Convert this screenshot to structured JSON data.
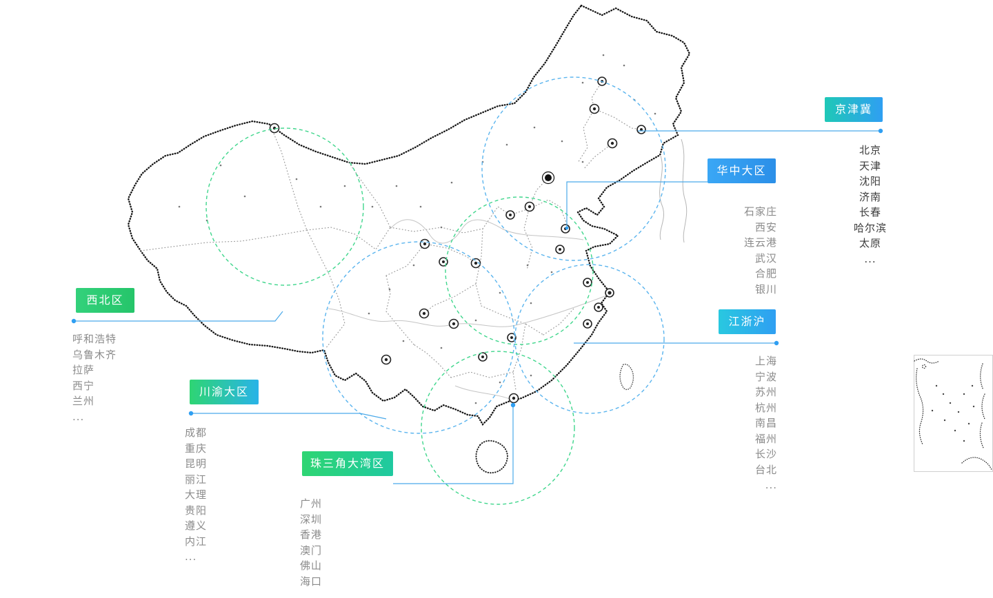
{
  "colors": {
    "leader_line": "#4aa9e9",
    "leader_dot": "#2f9ff2",
    "dashed_circle_blue": "#5ab4ee",
    "dashed_circle_green": "#3fd68c",
    "map_outline": "#161616",
    "province_line": "#9a9a9a",
    "city_list_gray": "#8b8b8b",
    "city_list_dark": "#3b3b3b",
    "badge_text": "#ffffff"
  },
  "regions": {
    "jingjinji": {
      "label": "京津冀",
      "badge_css": "background:linear-gradient(90deg,#1fc8b7,#2f9ff2)",
      "cities": [
        "北京",
        "天津",
        "沈阳",
        "济南",
        "长春",
        "哈尔滨",
        "太原",
        "..."
      ]
    },
    "huazhong": {
      "label": "华中大区",
      "badge_css": "background:linear-gradient(90deg,#3aa7f5,#2b8fe8)",
      "cities": [
        "石家庄",
        "西安",
        "连云港",
        "武汉",
        "合肥",
        "银川"
      ]
    },
    "xibei": {
      "label": "西北区",
      "badge_css": "background:linear-gradient(90deg,#33d17b,#25c56a)",
      "cities": [
        "呼和浩特",
        "乌鲁木齐",
        "拉萨",
        "西宁",
        "兰州",
        "..."
      ]
    },
    "chuanyu": {
      "label": "川渝大区",
      "badge_css": "background:linear-gradient(90deg,#2ed573,#29b3e8)",
      "cities": [
        "成都",
        "重庆",
        "昆明",
        "丽江",
        "大理",
        "贵阳",
        "遵义",
        "内江",
        "..."
      ]
    },
    "zhusanjiao": {
      "label": "珠三角大湾区",
      "badge_css": "background:linear-gradient(90deg,#2ed573,#1fc9a0)",
      "cities": [
        "广州",
        "深圳",
        "香港",
        "澳门",
        "佛山",
        "海口",
        "..."
      ]
    },
    "jiangzhehu": {
      "label": "江浙沪",
      "badge_css": "background:linear-gradient(90deg,#29c8e0,#2f9ff2)",
      "cities": [
        "上海",
        "宁波",
        "苏州",
        "杭州",
        "南昌",
        "福州",
        "长沙",
        "台北",
        "..."
      ]
    }
  }
}
